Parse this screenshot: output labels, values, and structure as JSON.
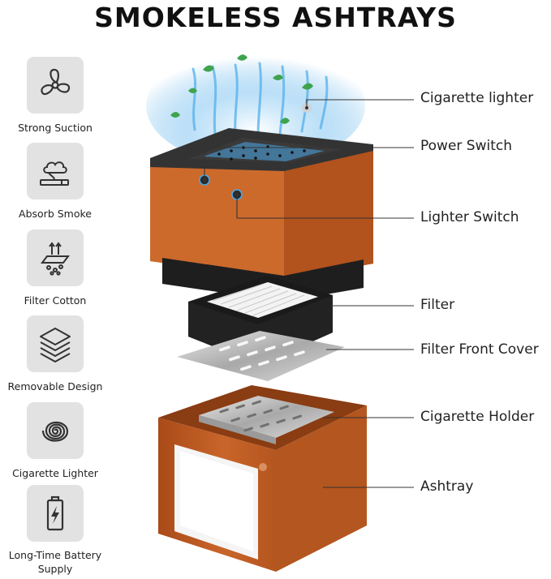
{
  "title": "SMOKELESS ASHTRAYS",
  "features": [
    {
      "label": "Strong Suction",
      "icon": "fan-icon"
    },
    {
      "label": "Absorb Smoke",
      "icon": "smoke-icon"
    },
    {
      "label": "Filter Cotton",
      "icon": "filter-icon"
    },
    {
      "label": "Removable Design",
      "icon": "layers-icon"
    },
    {
      "label": "Cigarette Lighter",
      "icon": "coil-icon"
    },
    {
      "label": "Long-Time Battery Supply",
      "icon": "battery-icon"
    }
  ],
  "callouts": {
    "cigarette_lighter": "Cigarette lighter",
    "power_switch": "Power Switch",
    "lighter_switch": "Lighter Switch",
    "filter": "Filter",
    "filter_front_cover": "Filter Front Cover",
    "cigarette_holder": "Cigarette Holder",
    "ashtray": "Ashtray"
  },
  "colors": {
    "body_orange": "#c8652a",
    "top_dark": "#2b2b2b",
    "air_blue": "#4aa8e8",
    "leaf_green": "#3fa34d",
    "tile_gray": "#e2e2e2"
  }
}
